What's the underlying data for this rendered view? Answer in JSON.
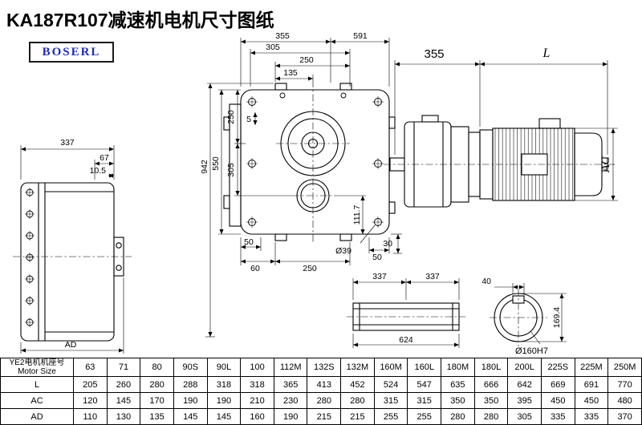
{
  "title": "KA187R107减速机电机尺寸图纸",
  "logo": "BOSERL",
  "views": {
    "side": {
      "w337": "337",
      "d67": "67",
      "d105": "10.5",
      "ad": "AD"
    },
    "front": {
      "t355": "355",
      "t591": "591",
      "t305": "305",
      "t250": "250",
      "t135": "135",
      "l250": "250",
      "l5": "5",
      "l305": "305",
      "l550": "550",
      "l942": "942",
      "r1117": "111.7",
      "b50l": "50",
      "b60": "60",
      "b250": "250",
      "dia39": "Ø39",
      "b50r": "50",
      "b30": "30"
    },
    "assembly": {
      "d355": "355",
      "len": "L",
      "ac": "AC"
    },
    "shaft": {
      "a337": "337",
      "b337": "337",
      "d624": "624"
    },
    "bore": {
      "d40": "40",
      "d1694": "169.4",
      "dia": "Ø160H7"
    }
  },
  "table": {
    "header_cn": "YE2电机机座号",
    "header_en": "Motor Size",
    "sizes": [
      "63",
      "71",
      "80",
      "90S",
      "90L",
      "100",
      "112M",
      "132S",
      "132M",
      "160M",
      "160L",
      "180M",
      "180L",
      "200L",
      "225S",
      "225M",
      "250M"
    ],
    "rows": [
      {
        "label": "L",
        "values": [
          "205",
          "260",
          "280",
          "288",
          "318",
          "318",
          "365",
          "413",
          "452",
          "524",
          "547",
          "635",
          "666",
          "642",
          "669",
          "691",
          "770"
        ]
      },
      {
        "label": "AC",
        "values": [
          "120",
          "145",
          "170",
          "190",
          "190",
          "210",
          "230",
          "280",
          "280",
          "315",
          "315",
          "350",
          "350",
          "395",
          "450",
          "450",
          "480"
        ]
      },
      {
        "label": "AD",
        "values": [
          "110",
          "130",
          "135",
          "145",
          "145",
          "160",
          "190",
          "215",
          "215",
          "255",
          "255",
          "280",
          "280",
          "305",
          "335",
          "335",
          "370"
        ]
      }
    ]
  }
}
